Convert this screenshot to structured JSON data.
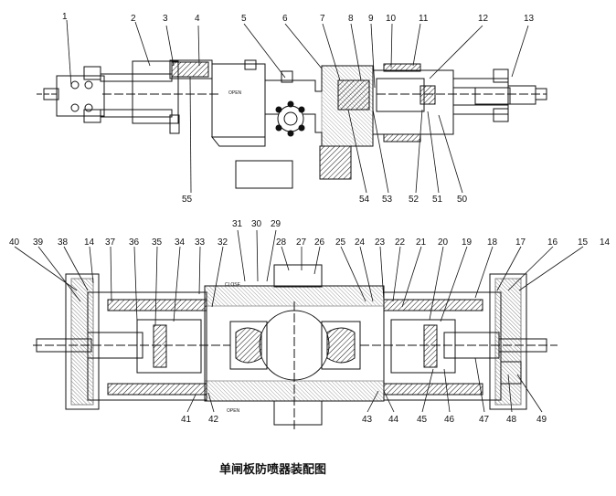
{
  "top_view": {
    "labels": [
      "1",
      "2",
      "3",
      "4",
      "5",
      "6",
      "7",
      "8",
      "9",
      "10",
      "11",
      "12",
      "13"
    ],
    "lower_labels": [
      "55",
      "54",
      "53",
      "52",
      "51",
      "50"
    ]
  },
  "bottom_view": {
    "upper_labels_row1": [
      "31",
      "30",
      "29"
    ],
    "upper_labels_row2": [
      "40",
      "39",
      "38",
      "14",
      "37",
      "36",
      "35",
      "34",
      "33",
      "32",
      "28",
      "27",
      "26",
      "25",
      "24",
      "23",
      "22",
      "21",
      "20",
      "19",
      "18",
      "17",
      "16",
      "15",
      "14"
    ],
    "lower_labels": [
      "41",
      "42",
      "43",
      "44",
      "45",
      "46",
      "47",
      "48",
      "49"
    ],
    "close_mark": "CLOSE",
    "open_mark": "OPEN"
  },
  "top_marks": {
    "open": "OPEN"
  },
  "caption": "单闸板防喷器装配图"
}
